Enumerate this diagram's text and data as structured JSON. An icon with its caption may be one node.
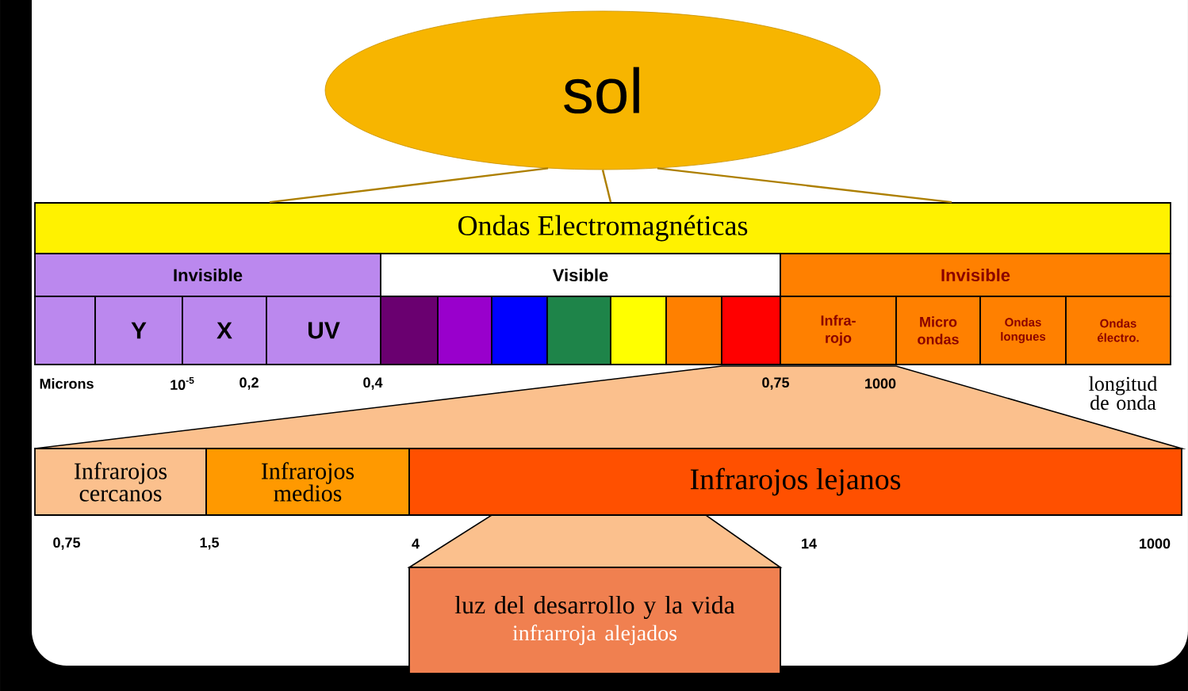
{
  "diagram": {
    "nodes": [
      {
        "text": [
          "sol"
        ]
      },
      {
        "text": [
          "Ondas Electromagnéticas"
        ]
      },
      {
        "text": [
          "Invisible"
        ]
      },
      {
        "text": [
          "Visible"
        ]
      },
      {
        "text": [
          "Invisible"
        ]
      },
      {
        "text": [],
        "shape": "box"
      },
      {
        "text": [
          "Y"
        ]
      },
      {
        "text": [
          "X"
        ]
      },
      {
        "text": [
          "UV"
        ]
      },
      {
        "text": [],
        "shape": "box"
      },
      {
        "text": [],
        "shape": "box"
      },
      {
        "text": [],
        "shape": "box"
      },
      {
        "text": [],
        "shape": "box"
      },
      {
        "text": [],
        "shape": "box"
      },
      {
        "text": [],
        "shape": "box"
      },
      {
        "text": [],
        "shape": "box"
      },
      {
        "text": [
          "Infra- rojo"
        ]
      },
      {
        "text": [
          "Micro ondas"
        ]
      },
      {
        "text": [
          "Ondas longues"
        ]
      },
      {
        "text": [
          "Ondas électro."
        ]
      },
      {
        "text": [
          "Infrarojos cercanos"
        ]
      },
      {
        "text": [
          "Infrarojos medios"
        ]
      },
      {
        "text": [
          "Infrarojos lejanos"
        ]
      },
      {
        "text": [
          "luz del desarrollo y la vida",
          "infrarroja alejados"
        ]
      }
    ],
    "edges": [
      {
        "from": 0,
        "to": 1,
        "arrow": "none"
      },
      {
        "from": 0,
        "to": 1,
        "arrow": "none"
      },
      {
        "from": 0,
        "to": 1,
        "arrow": "none"
      }
    ],
    "labels": [
      "Microns",
      "10$^{-5}$",
      "0,2",
      "0,4",
      "0,75",
      "1000",
      "longitud de onda",
      "0,75",
      "1,5",
      "4",
      "14",
      "1000"
    ]
  }
}
